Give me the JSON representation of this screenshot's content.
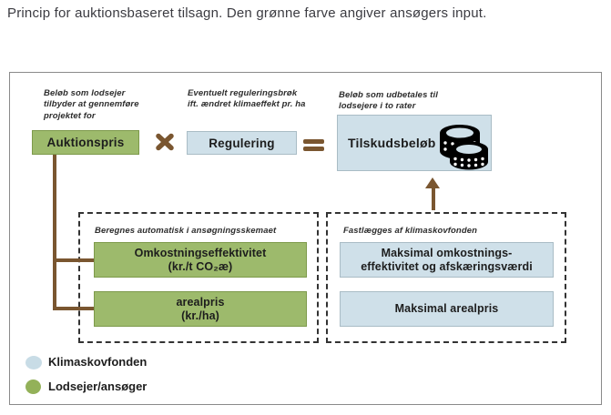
{
  "title": "Princip for auktionsbaseret tilsagn. Den grønne farve angiver ansøgers input.",
  "flow": {
    "auktionspris_caption": "Beløb som lodsejer tilbyder at gennemføre projektet for",
    "auktionspris_label": "Auktionspris",
    "regulering_caption": "Eventuelt reguleringsbrøk ift. ændret klimaeffekt pr. ha",
    "regulering_label": "Regulering",
    "tilskud_caption": "Beløb som udbetales til lodsejere i to rater",
    "tilskud_label": "Tilskudsbeløb"
  },
  "groups": {
    "left": {
      "caption": "Beregnes automatisk i ansøgningsskemaet",
      "box1_line1": "Omkostningseffektivitet",
      "box1_line2": "(kr./t CO₂æ)",
      "box2_line1": "arealpris",
      "box2_line2": "(kr./ha)"
    },
    "right": {
      "caption": "Fastlægges af klimaskovfonden",
      "box1_line1": "Maksimal omkostnings-",
      "box1_line2": "effektivitet og afskæringsværdi",
      "box2_line1": "Maksimal arealpris"
    }
  },
  "legend": {
    "item1": "Klimaskovfonden",
    "item2": "Lodsejer/ansøger"
  },
  "colors": {
    "applicant_green": "#9dba6c",
    "fund_blue": "#cfe0e9",
    "brown": "#7a5630"
  },
  "icons": {
    "multiply-icon": "✖",
    "equals-icon": "=",
    "coins-icon": "coin-stack",
    "arrow-up-icon": "↑"
  }
}
